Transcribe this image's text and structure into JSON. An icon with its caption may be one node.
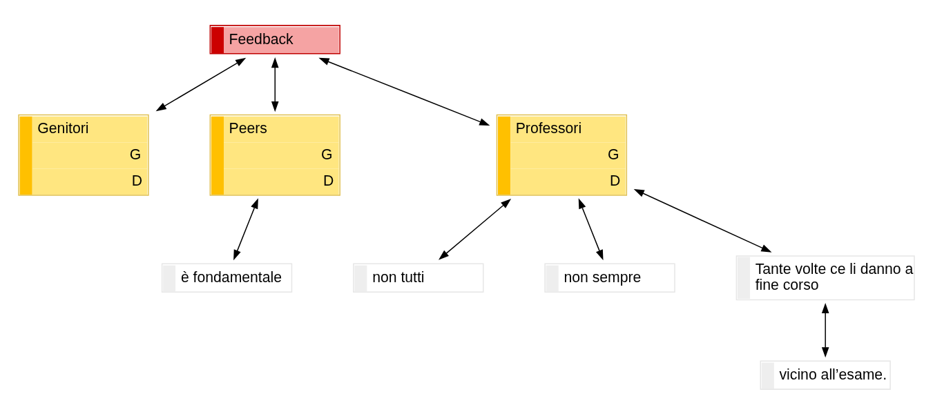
{
  "diagram": {
    "nodes": [
      {
        "text": [
          "Feedback"
        ]
      },
      {
        "text": [
          "Genitori",
          "G",
          "D"
        ]
      },
      {
        "text": [
          "Peers",
          "G",
          "D"
        ]
      },
      {
        "text": [
          "Professori",
          "G",
          "D"
        ]
      },
      {
        "text": [
          "non tutti"
        ]
      },
      {
        "text": [
          "non sempre"
        ]
      },
      {
        "text": [
          "Tante volte ce li danno a fine corso"
        ]
      },
      {
        "text": [
          "è fondamentale"
        ]
      },
      {
        "text": [
          "vicino all’esame."
        ]
      }
    ],
    "edges": [
      {
        "from": 0,
        "to": 1,
        "arrow": "both"
      },
      {
        "from": 0,
        "to": 2,
        "arrow": "both"
      },
      {
        "from": 0,
        "to": 3,
        "arrow": "both"
      },
      {
        "from": 3,
        "to": 4,
        "arrow": "both"
      },
      {
        "from": 3,
        "to": 5,
        "arrow": "both"
      },
      {
        "from": 3,
        "to": 6,
        "arrow": "both"
      },
      {
        "from": 2,
        "to": 7,
        "arrow": "both"
      },
      {
        "from": 6,
        "to": 8,
        "arrow": "both"
      }
    ]
  }
}
